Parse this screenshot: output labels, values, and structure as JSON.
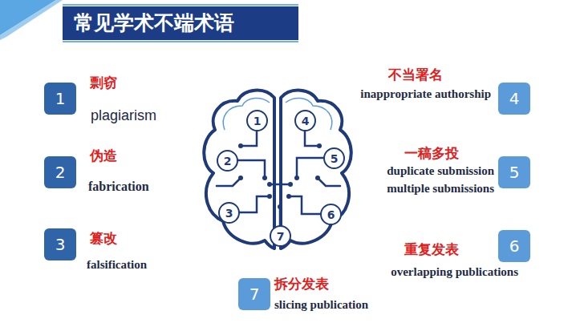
{
  "diagram": {
    "title": "常见学术不端术语",
    "nodes": [
      {
        "text": [
          "1",
          "剽窃",
          "plagiarism"
        ]
      },
      {
        "text": [
          "2",
          "伪造",
          "fabrication"
        ]
      },
      {
        "text": [
          "3",
          "篡改",
          "falsification"
        ]
      },
      {
        "text": [
          "4",
          "不当署名",
          "inappropriate authorship"
        ]
      },
      {
        "text": [
          "5",
          "一稿多投",
          "duplicate submission",
          "multiple submissions"
        ]
      },
      {
        "text": [
          "6",
          "重复发表",
          "overlapping publications"
        ]
      },
      {
        "text": [
          "7",
          "拆分发表",
          "slicing publication"
        ]
      },
      {
        "text": [
          "1"
        ]
      },
      {
        "text": [
          "4"
        ]
      },
      {
        "text": [
          "2"
        ]
      },
      {
        "text": [
          "5"
        ]
      },
      {
        "text": [
          "3"
        ]
      },
      {
        "text": [
          "6"
        ]
      },
      {
        "text": [
          "7"
        ]
      }
    ]
  }
}
